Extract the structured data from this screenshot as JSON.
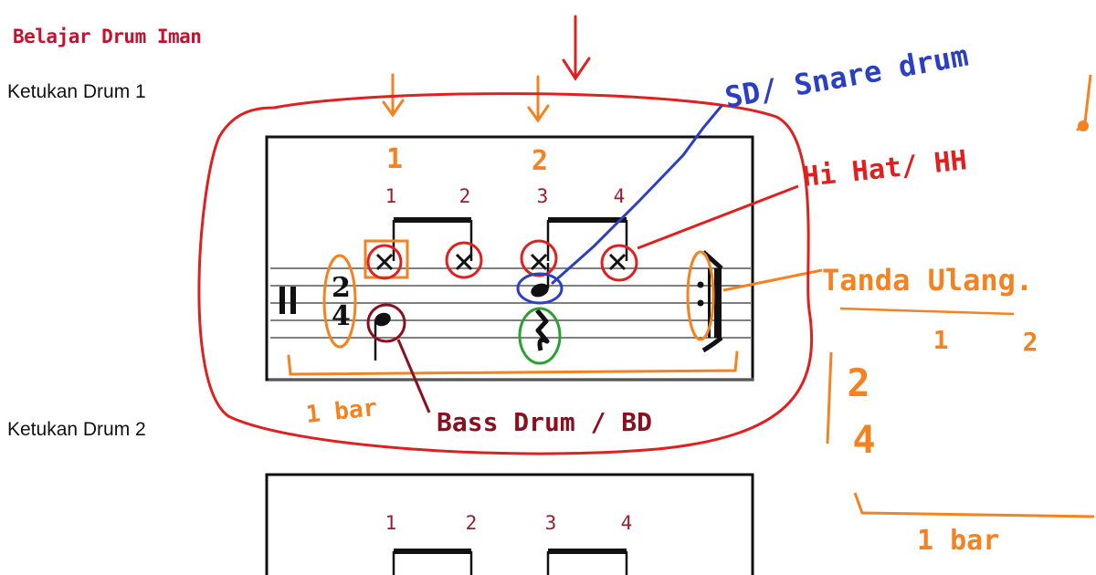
{
  "blog_title": "Belajar Drum Iman",
  "sections": [
    {
      "label": "Ketukan Drum 1"
    },
    {
      "label": "Ketukan Drum 2"
    }
  ],
  "beat_numbers": [
    "1",
    "2"
  ],
  "count_numbers": [
    "1",
    "2",
    "3",
    "4"
  ],
  "time_signature": {
    "top": "2",
    "bottom": "4"
  },
  "annotations": {
    "snare": "SD/ Snare drum",
    "hihat": "Hi Hat/ HH",
    "bass": "Bass Drum / BD",
    "repeat": "Tanda Ulang.",
    "repeat_nums": [
      "1",
      "2"
    ],
    "bar_label": "1 bar",
    "side_ts_top": "2",
    "side_ts_bottom": "4",
    "side_bar_label": "1 bar"
  },
  "colors": {
    "title": "#c8102e",
    "orange": "#f58220",
    "red": "#e02020",
    "blue": "#2b3fc4",
    "maroon": "#8a1020",
    "green": "#2aa033",
    "count_red": "#9b1b30"
  }
}
